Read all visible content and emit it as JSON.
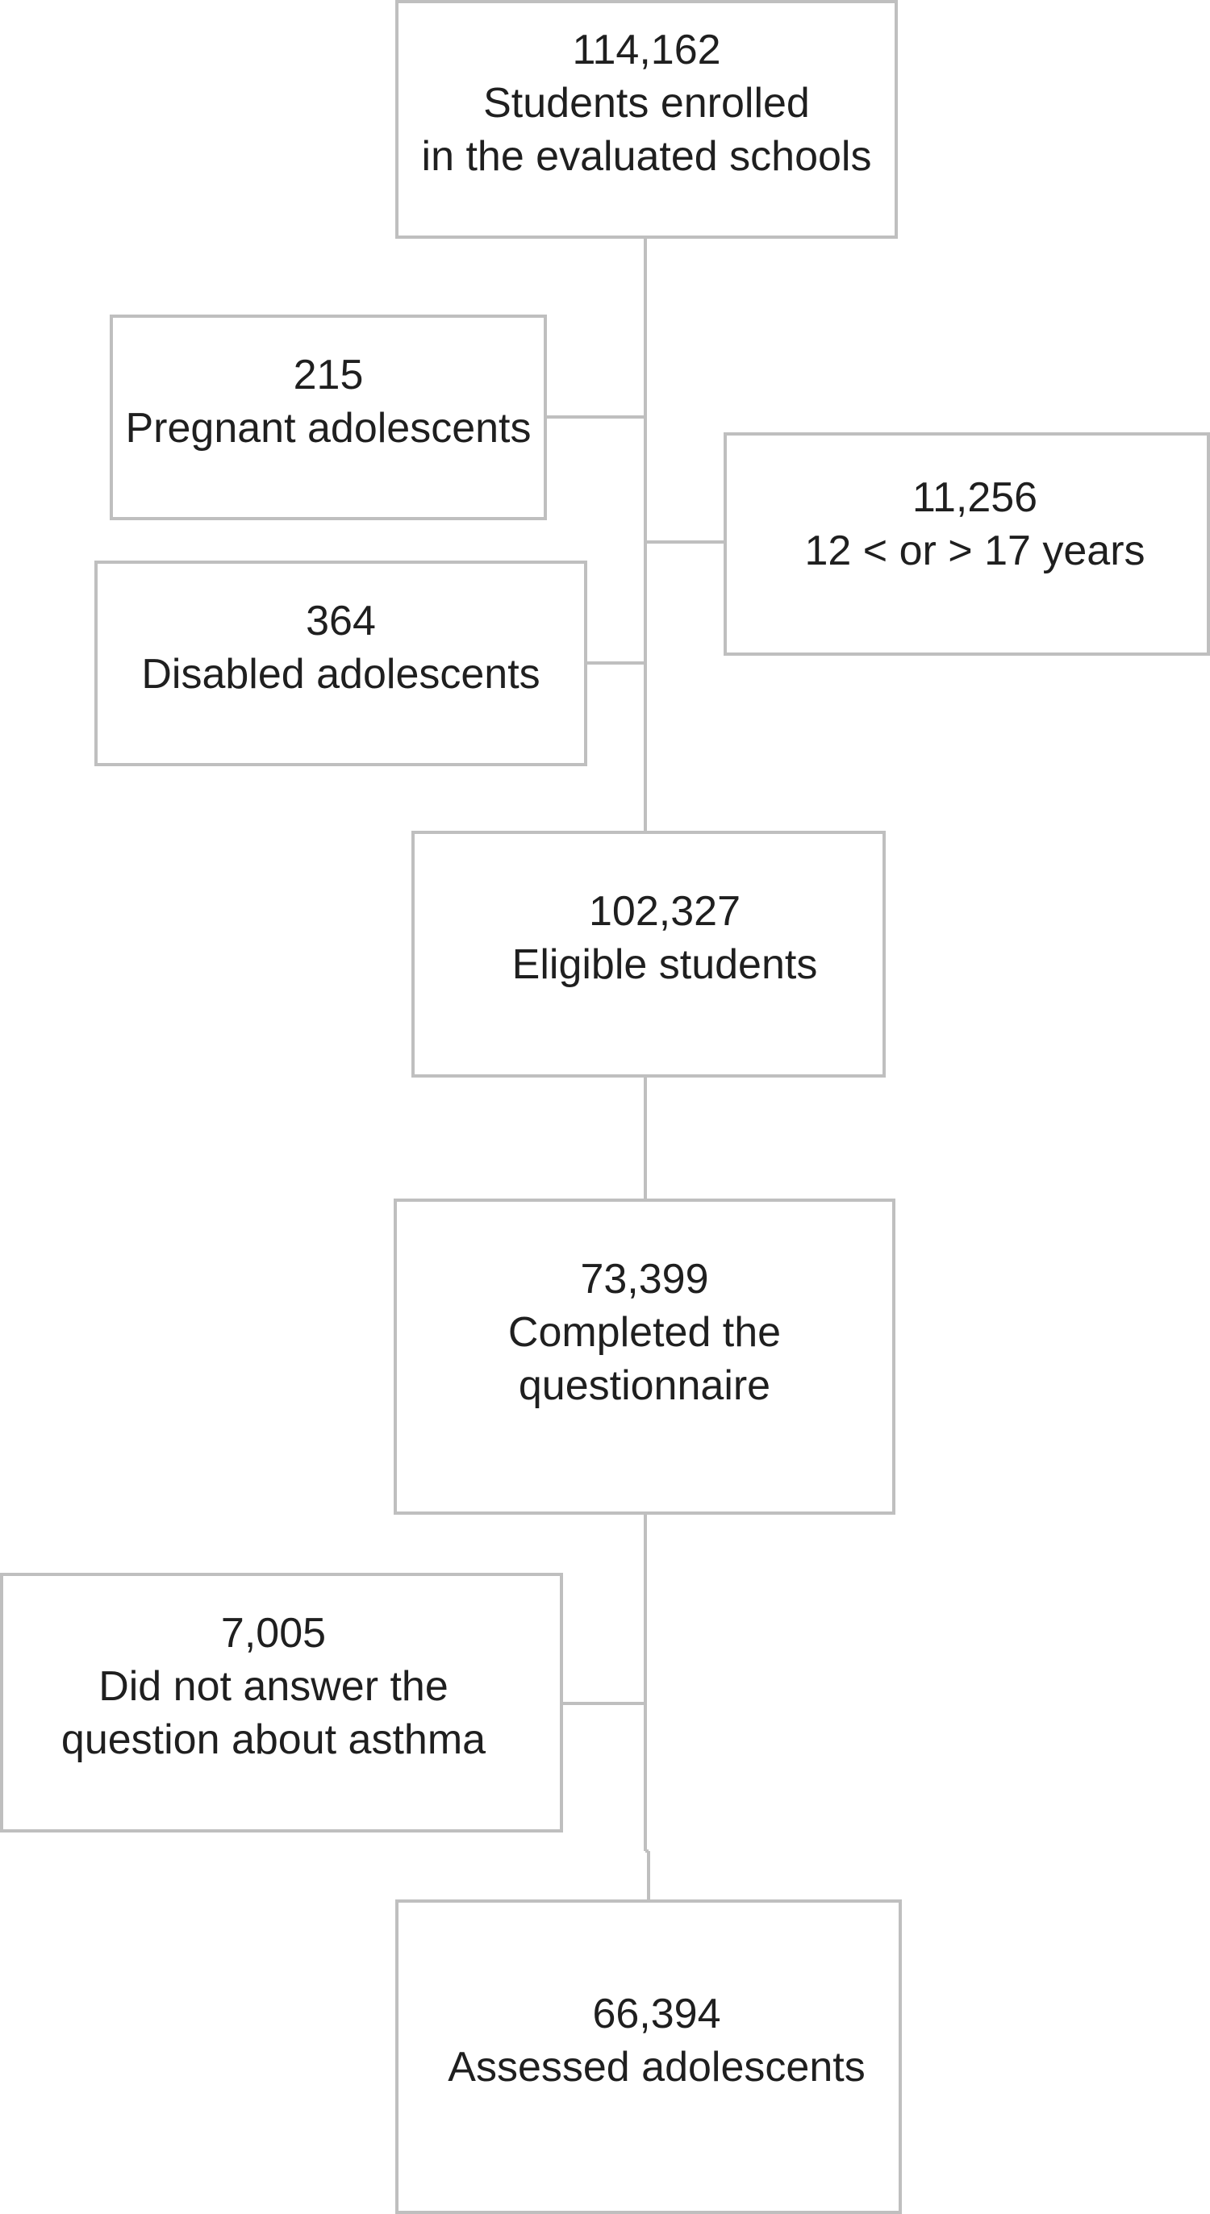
{
  "boxes": {
    "enrolled": {
      "count": "114,162",
      "line1": "Students enrolled",
      "line2": "in the evaluated schools"
    },
    "pregnant": {
      "count": "215",
      "line1": "Pregnant adolescents"
    },
    "age": {
      "count": "11,256",
      "line1": "12 < or > 17 years"
    },
    "disabled": {
      "count": "364",
      "line1": "Disabled adolescents"
    },
    "eligible": {
      "count": "102,327",
      "line1": "Eligible students"
    },
    "completed": {
      "count": "73,399",
      "line1": "Completed the",
      "line2": "questionnaire"
    },
    "no_answer": {
      "count": "7,005",
      "line1": "Did not answer the",
      "line2": "question about asthma"
    },
    "assessed": {
      "count": "66,394",
      "line1": "Assessed adolescents"
    }
  },
  "colors": {
    "border": "#bfbfbf",
    "text": "#1f1f1f",
    "background": "#ffffff"
  }
}
